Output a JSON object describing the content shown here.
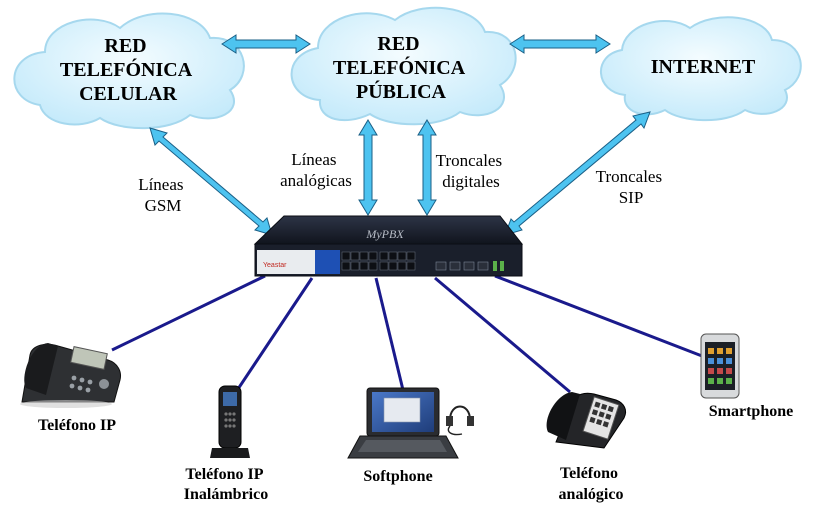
{
  "clouds": {
    "cellular": {
      "lines": [
        "RED",
        "TELEFÓNICA",
        "CELULAR"
      ]
    },
    "public": {
      "lines": [
        "RED",
        "TELEFÓNICA",
        "PÚBLICA"
      ]
    },
    "internet": {
      "lines": [
        "INTERNET"
      ]
    }
  },
  "links": {
    "gsm": {
      "lines": [
        "Líneas",
        "GSM"
      ]
    },
    "analog_lines": {
      "lines": [
        "Líneas",
        "analógicas"
      ]
    },
    "digital_trunks": {
      "lines": [
        "Troncales",
        "digitales"
      ]
    },
    "sip_trunks": {
      "lines": [
        "Troncales",
        "SIP"
      ]
    }
  },
  "pbx": {
    "label": "MyPBX",
    "brand": "Yeastar"
  },
  "devices": {
    "ip_phone": {
      "lines": [
        "Teléfono IP"
      ]
    },
    "wireless_ip_phone": {
      "lines": [
        "Teléfono IP",
        "Inalámbrico"
      ]
    },
    "softphone": {
      "lines": [
        "Softphone"
      ]
    },
    "analog_phone": {
      "lines": [
        "Teléfono",
        "analógico"
      ]
    },
    "smartphone": {
      "lines": [
        "Smartphone"
      ]
    }
  },
  "colors": {
    "cloud_fill": "#cfeefc",
    "cloud_stroke": "#9fd6f0",
    "arrow_fill": "#4dc3f0",
    "arrow_stroke": "#1a5f86",
    "cable": "#1a1a8c",
    "pbx_body": "#1c2230",
    "pbx_port_panel": "#1e50b4"
  }
}
